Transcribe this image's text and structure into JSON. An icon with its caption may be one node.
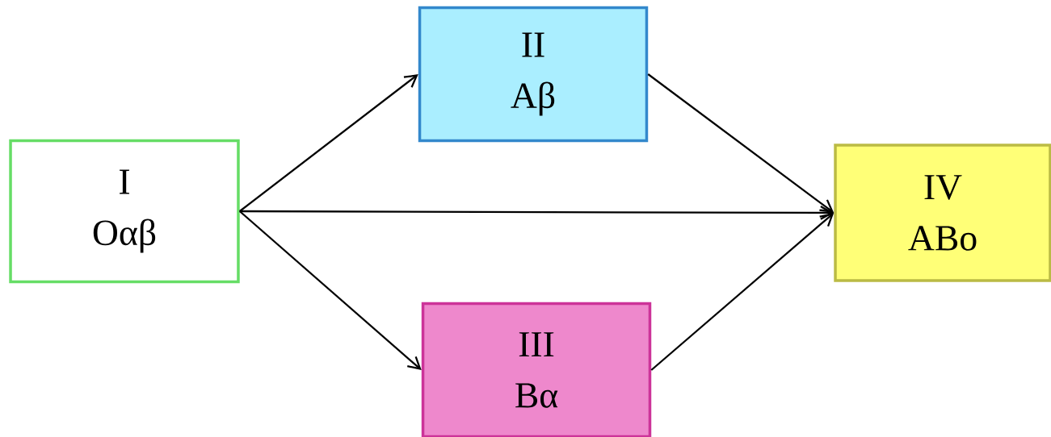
{
  "diagram": {
    "nodes": [
      {
        "text": [
          "I",
          "Oαβ"
        ]
      },
      {
        "text": [
          "II",
          "Aβ"
        ]
      },
      {
        "text": [
          "III",
          "Bα"
        ]
      },
      {
        "text": [
          "IV",
          "ABo"
        ]
      }
    ],
    "edges": [
      {
        "from": 0,
        "to": 1,
        "arrow": "to"
      },
      {
        "from": 0,
        "to": 3,
        "arrow": "to"
      },
      {
        "from": 0,
        "to": 2,
        "arrow": "to"
      },
      {
        "from": 1,
        "to": 3,
        "arrow": "to"
      },
      {
        "from": 2,
        "to": 3,
        "arrow": "to"
      }
    ]
  }
}
